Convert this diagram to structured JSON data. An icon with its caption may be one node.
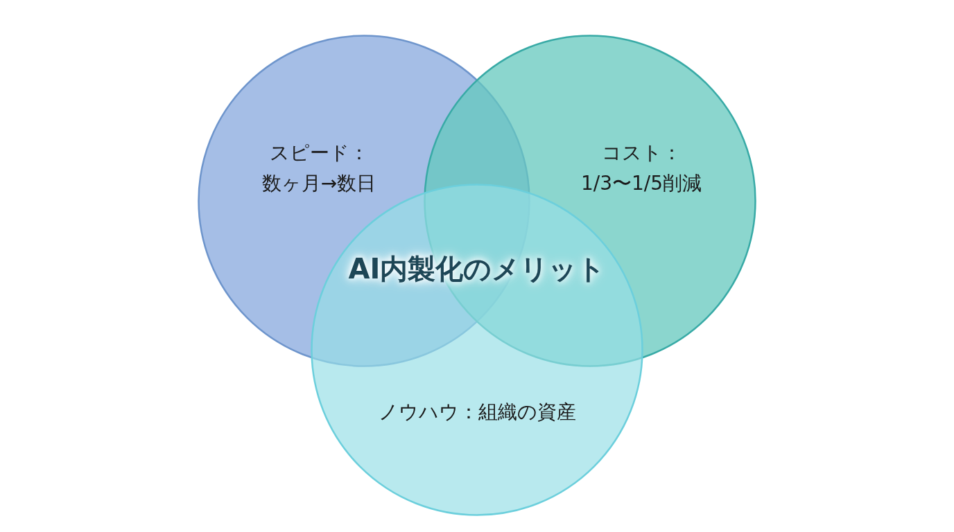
{
  "diagram": {
    "title": "AI内製化のメリット",
    "nodes": [
      {
        "text": [
          "スピード：",
          "数ヶ月→数日"
        ]
      },
      {
        "text": [
          "コスト：",
          "1/3〜1/5削減"
        ]
      },
      {
        "text": [
          "ノウハウ：組織の資産"
        ]
      }
    ]
  }
}
